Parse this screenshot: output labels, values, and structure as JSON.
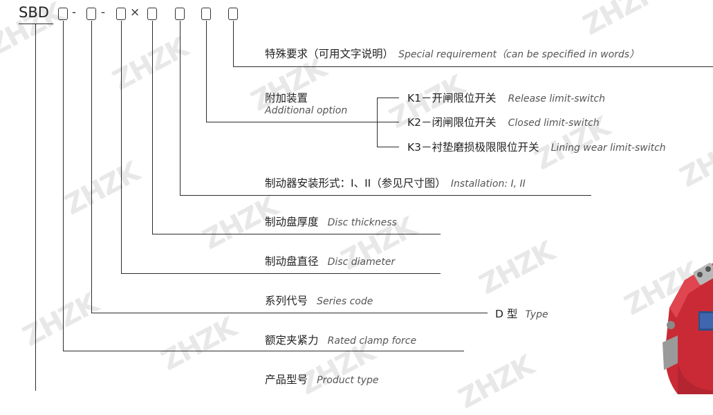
{
  "code": {
    "prefix": "SBD",
    "dash": "-",
    "times": "×"
  },
  "watermark": "ZHZK",
  "items": {
    "special": {
      "zh": "特殊要求（可用文字说明）",
      "en": "Special requirement（can be specified in words）"
    },
    "option": {
      "zh": "附加装置",
      "en": "Additional option"
    },
    "k1": {
      "zh": "K1－开闸限位开关",
      "en": "Release limit-switch"
    },
    "k2": {
      "zh": "K2－闭闸限位开关",
      "en": "Closed limit-switch"
    },
    "k3": {
      "zh": "K3－衬垫磨损极限限位开关",
      "en": "Lining wear limit-switch"
    },
    "install": {
      "zh": "制动器安装形式：I、II（参见尺寸图）",
      "en": "Installation: I, II"
    },
    "thickness": {
      "zh": "制动盘厚度",
      "en": "Disc thickness"
    },
    "diameter": {
      "zh": "制动盘直径",
      "en": "Disc diameter"
    },
    "series": {
      "zh": "系列代号",
      "en": "Series code"
    },
    "dtype": {
      "zh": "D 型",
      "en": "Type"
    },
    "clamp": {
      "zh": "额定夹紧力",
      "en": "Rated clamp force"
    },
    "product": {
      "zh": "产品型号",
      "en": "Product type"
    }
  },
  "colors": {
    "brake_red": "#d8353f",
    "line": "#2a2a2a"
  }
}
